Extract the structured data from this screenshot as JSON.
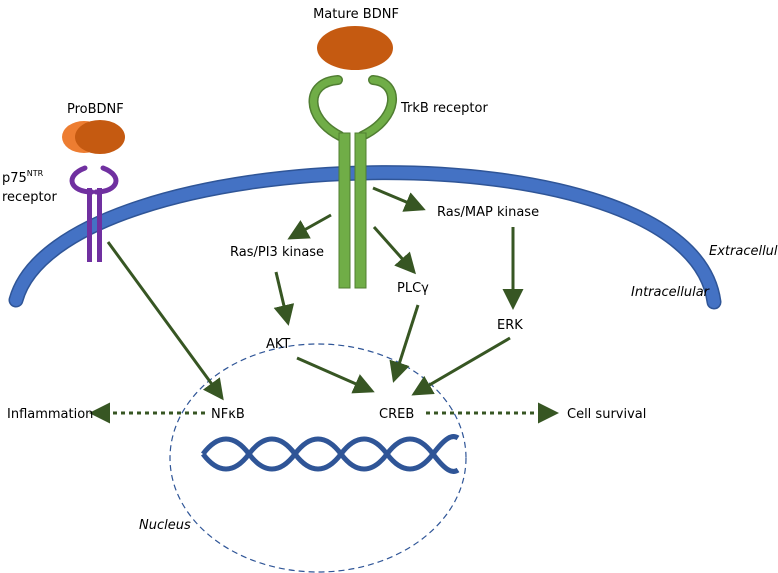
{
  "labels": {
    "mature_bdnf": "Mature BDNF",
    "trkb_receptor": "TrkB receptor",
    "probdnf": "ProBDNF",
    "p75_main": "p75",
    "p75_sup": "NTR",
    "p75_receptor_word": "receptor",
    "ras_pi3": "Ras/PI3 kinase",
    "ras_map": "Ras/MAP kinase",
    "plc": "PLCγ",
    "akt": "AKT",
    "erk": "ERK",
    "nfkb": "NFκB",
    "creb": "CREB",
    "inflammation": "Inflammation",
    "cell_survival": "Cell survival",
    "extracellular": "Extracellular",
    "intracellular": "Intracellular",
    "nucleus": "Nucleus"
  },
  "colors": {
    "membrane": "#4472c4",
    "membrane_edge": "#2f5597",
    "mature_bdnf": "#c55a11",
    "probdnf_light": "#ed7d31",
    "probdnf_dark": "#c55a11",
    "trkb": "#70ad47",
    "trkb_edge": "#507e32",
    "p75": "#7030a0",
    "arrow": "#375623",
    "dna": "#2f5597",
    "nucleus_outline": "#2f5597"
  },
  "icons": [
    "dna-helix-icon"
  ]
}
